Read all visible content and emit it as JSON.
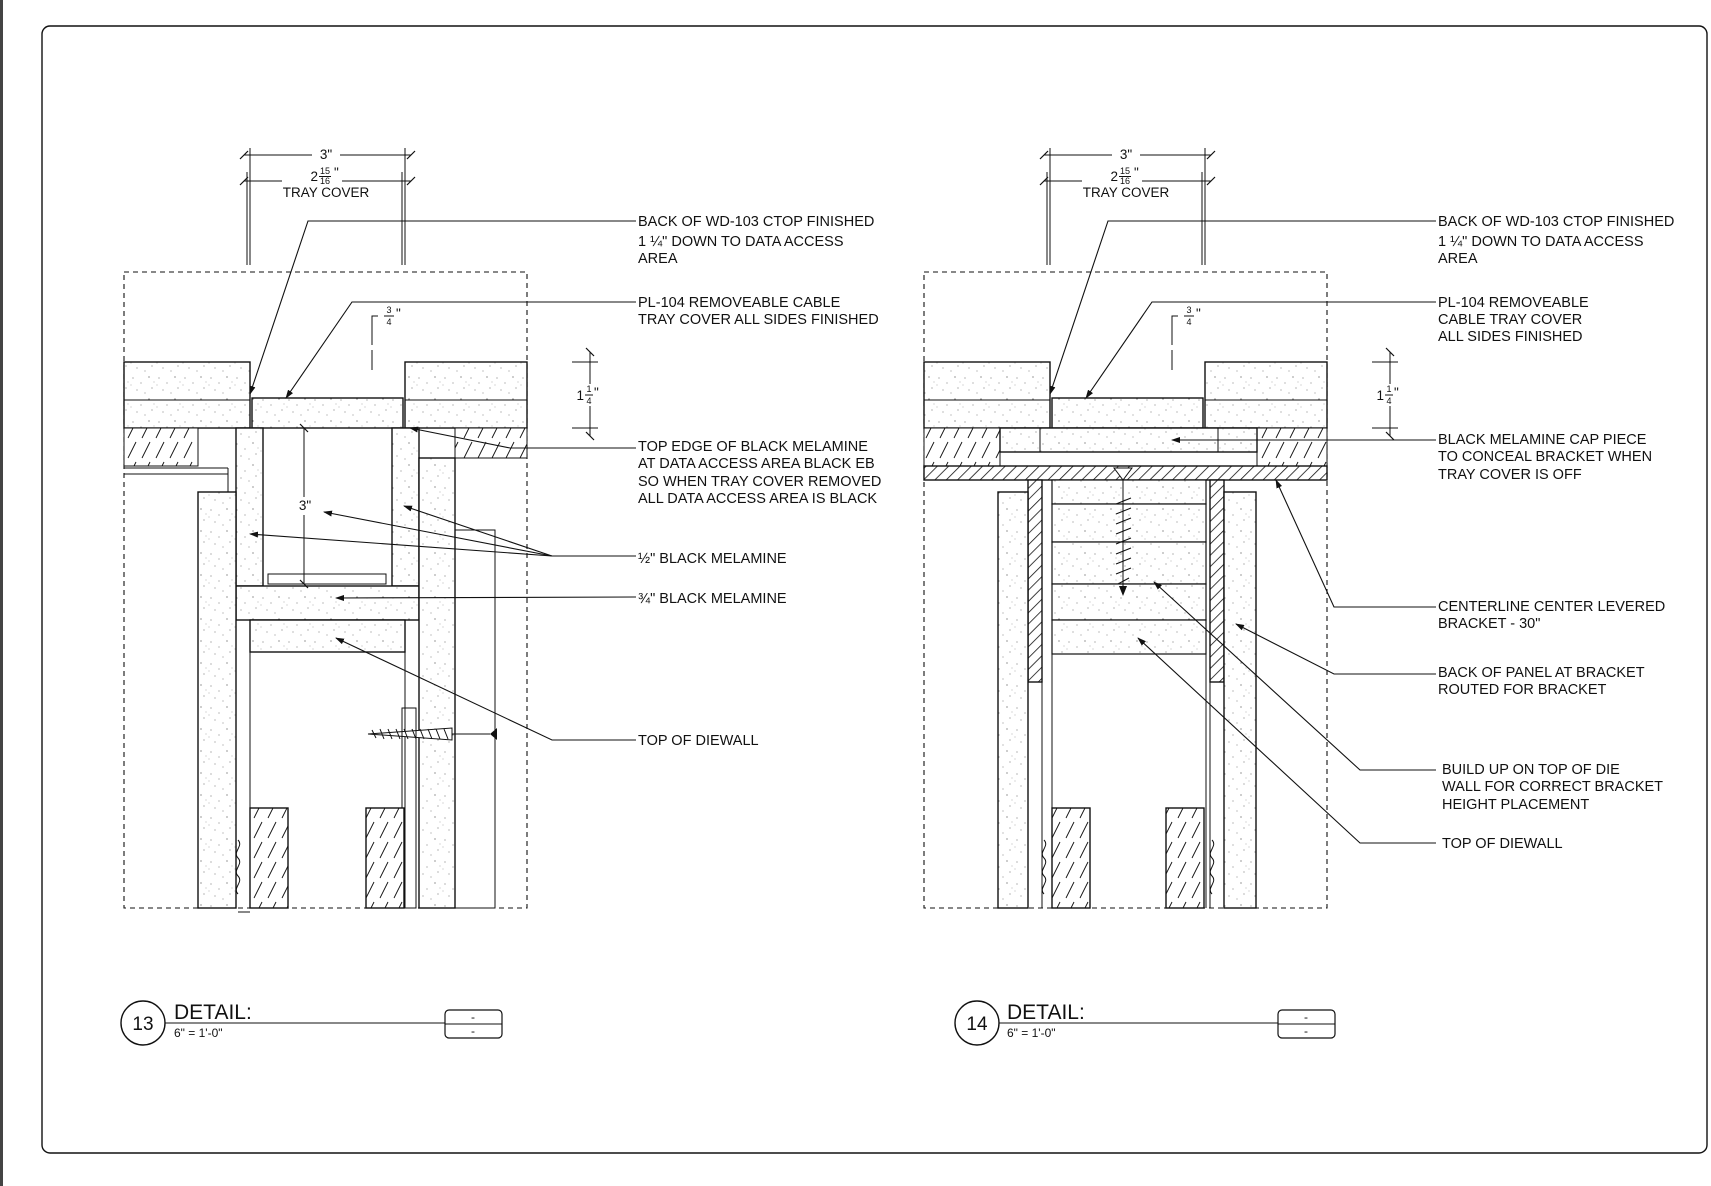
{
  "details": [
    {
      "number": "13",
      "title": "DETAIL:",
      "scale": "6\" = 1'-0\"",
      "sheet_ref_top": "-",
      "sheet_ref_bottom": "-",
      "dim_overall": "3\"",
      "dim_cover_whole": "2",
      "dim_cover_frac_num": "15",
      "dim_cover_frac_den": "16",
      "dim_cover_label": "TRAY COVER",
      "dim_offset_num": "3",
      "dim_offset_den": "4",
      "dim_height_whole": "1",
      "dim_height_num": "1",
      "dim_height_den": "4",
      "dim_inner": "3\"",
      "notes": [
        [
          "BACK OF WD-103 CTOP FINISHED",
          "1 ¼\" DOWN TO DATA ACCESS",
          "AREA"
        ],
        [
          "PL-104 REMOVEABLE CABLE",
          "TRAY COVER ALL SIDES FINISHED"
        ],
        [
          "TOP EDGE OF BLACK MELAMINE",
          "AT DATA ACCESS AREA BLACK EB",
          "SO WHEN TRAY COVER REMOVED",
          "ALL DATA ACCESS AREA IS BLACK"
        ],
        [
          "½\" BLACK MELAMINE"
        ],
        [
          "¾\" BLACK MELAMINE"
        ],
        [
          "TOP OF DIEWALL"
        ]
      ]
    },
    {
      "number": "14",
      "title": "DETAIL:",
      "scale": "6\" = 1'-0\"",
      "sheet_ref_top": "-",
      "sheet_ref_bottom": "-",
      "dim_overall": "3\"",
      "dim_cover_whole": "2",
      "dim_cover_frac_num": "15",
      "dim_cover_frac_den": "16",
      "dim_cover_label": "TRAY COVER",
      "dim_offset_num": "3",
      "dim_offset_den": "4",
      "dim_height_whole": "1",
      "dim_height_num": "1",
      "dim_height_den": "4",
      "notes": [
        [
          "BACK OF WD-103 CTOP FINISHED",
          "1 ¼\" DOWN TO DATA ACCESS",
          "AREA"
        ],
        [
          "PL-104 REMOVEABLE",
          " CABLE TRAY COVER",
          "ALL SIDES FINISHED"
        ],
        [
          "BLACK MELAMINE CAP PIECE",
          "TO CONCEAL BRACKET WHEN",
          "TRAY COVER IS OFF"
        ],
        [
          "CENTERLINE CENTER LEVERED",
          "BRACKET - 30\""
        ],
        [
          "BACK OF PANEL AT BRACKET",
          "ROUTED FOR BRACKET"
        ],
        [
          "BUILD UP ON TOP OF DIE",
          "WALL FOR CORRECT BRACKET",
          "HEIGHT PLACEMENT"
        ],
        [
          "TOP OF DIEWALL"
        ]
      ]
    }
  ]
}
